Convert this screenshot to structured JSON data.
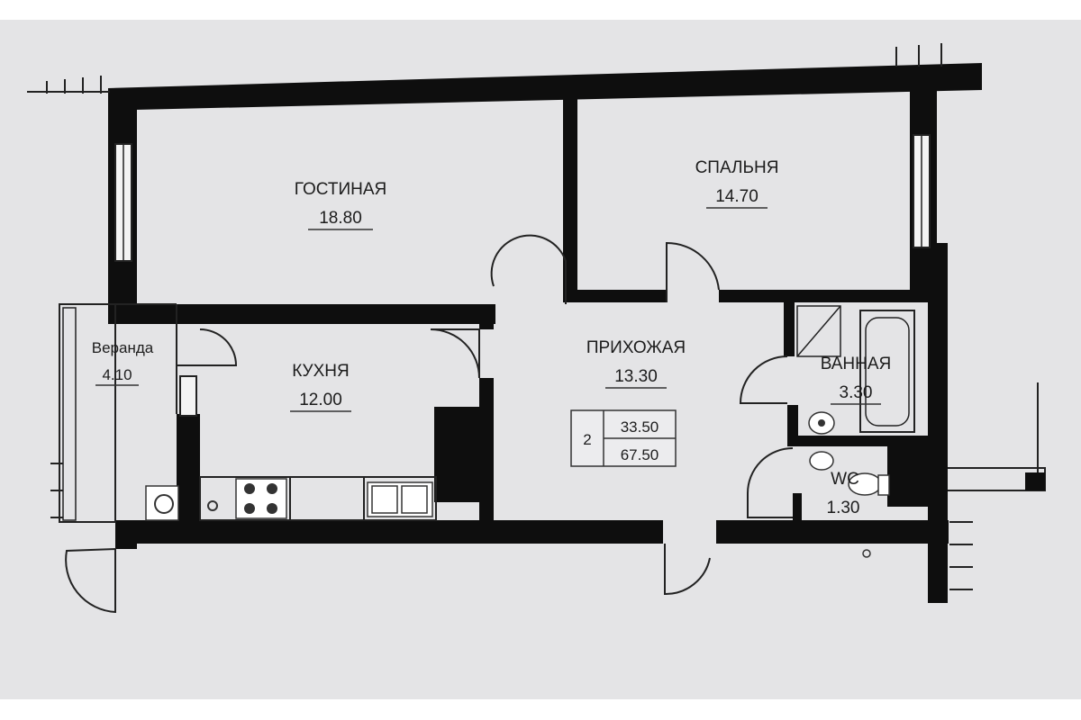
{
  "rooms": {
    "living": {
      "name": "ГОСТИНАЯ",
      "area": "18.80"
    },
    "bedroom": {
      "name": "СПАЛЬНЯ",
      "area": "14.70"
    },
    "veranda": {
      "name": "Веранда",
      "area": "4.10"
    },
    "kitchen": {
      "name": "КУХНЯ",
      "area": "12.00"
    },
    "hallway": {
      "name": "ПРИХОЖАЯ",
      "area": "13.30"
    },
    "bathroom": {
      "name": "ВАННАЯ",
      "area": "3.30"
    },
    "wc": {
      "name": "WC",
      "area": "1.30"
    }
  },
  "summary": {
    "rooms_count": "2",
    "living_area": "33.50",
    "total_area": "67.50"
  },
  "colors": {
    "paper": "#e4e4e6",
    "wall": "#0e0e0e"
  }
}
